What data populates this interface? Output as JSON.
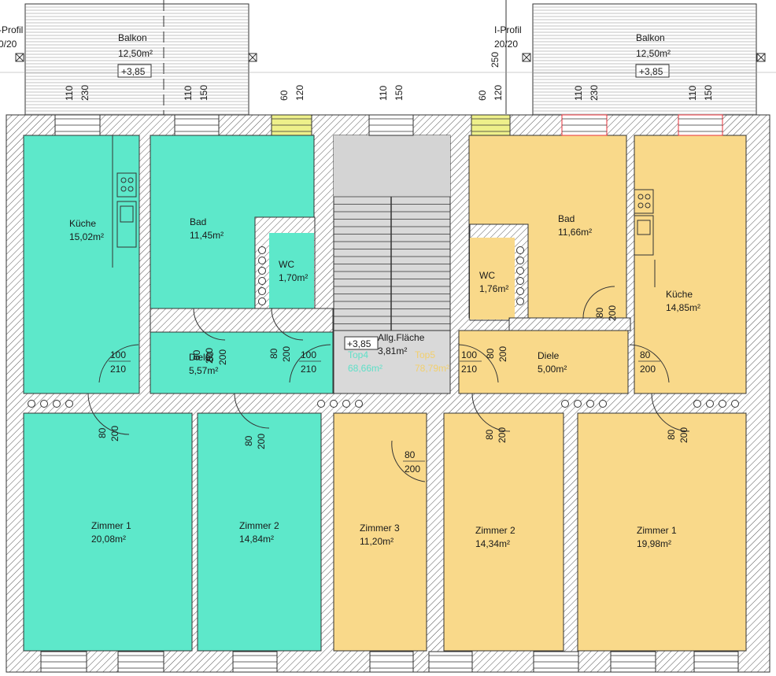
{
  "balconies": [
    {
      "id": "left",
      "label": "Balkon",
      "area": "12,50m²",
      "level": "+3,85"
    },
    {
      "id": "right",
      "label": "Balkon",
      "area": "12,50m²",
      "level": "+3,85"
    }
  ],
  "iprofile": {
    "left": {
      "line1": "-Profil",
      "line2": "0/20"
    },
    "right": {
      "line1": "I-Profil",
      "line2": "20/20"
    }
  },
  "rooms": [
    {
      "key": "kueche-left",
      "name": "Küche",
      "area": "15,02m²"
    },
    {
      "key": "bad-left",
      "name": "Bad",
      "area": "11,45m²"
    },
    {
      "key": "wc-left",
      "name": "WC",
      "area": "1,70m²"
    },
    {
      "key": "diele-left",
      "name": "Diele",
      "area": "5,57m²"
    },
    {
      "key": "zimmer1-left",
      "name": "Zimmer 1",
      "area": "20,08m²"
    },
    {
      "key": "zimmer2-left",
      "name": "Zimmer 2",
      "area": "14,84m²"
    },
    {
      "key": "allg",
      "name": "Allg.Fläche",
      "area": "3,81m²"
    },
    {
      "key": "bad-right",
      "name": "Bad",
      "area": "11,66m²"
    },
    {
      "key": "wc-right",
      "name": "WC",
      "area": "1,76m²"
    },
    {
      "key": "kueche-right",
      "name": "Küche",
      "area": "14,85m²"
    },
    {
      "key": "diele-right",
      "name": "Diele",
      "area": "5,00m²"
    },
    {
      "key": "zimmer3-right",
      "name": "Zimmer 3",
      "area": "11,20m²"
    },
    {
      "key": "zimmer2-right",
      "name": "Zimmer 2",
      "area": "14,34m²"
    },
    {
      "key": "zimmer1-right",
      "name": "Zimmer 1",
      "area": "19,98m²"
    }
  ],
  "stair_level": "+3,85",
  "units": [
    {
      "name": "Top4",
      "area": "68,66m²",
      "color": "#5fe0c8"
    },
    {
      "name": "Top5",
      "area": "78,79m²",
      "color": "#f2cf6d"
    }
  ],
  "windows": [
    {
      "w": "110",
      "h": "230"
    },
    {
      "w": "110",
      "h": "150"
    },
    {
      "w": "60",
      "h": "120"
    },
    {
      "w": "110",
      "h": "150"
    },
    {
      "w": "60",
      "h": "120"
    },
    {
      "w": "110",
      "h": "230"
    },
    {
      "w": "110",
      "h": "150"
    }
  ],
  "extra_dim": "250",
  "doors": [
    {
      "w": "100",
      "h": "210"
    },
    {
      "w": "80",
      "h": "200"
    },
    {
      "w": "80",
      "h": "200"
    },
    {
      "w": "100",
      "h": "210"
    },
    {
      "w": "100",
      "h": "210"
    },
    {
      "w": "80",
      "h": "200"
    },
    {
      "w": "80",
      "h": "200"
    },
    {
      "w": "80",
      "h": "200"
    },
    {
      "w": "80",
      "h": "200"
    },
    {
      "w": "80",
      "h": "200"
    },
    {
      "w": "80",
      "h": "200"
    },
    {
      "w": "80",
      "h": "200"
    },
    {
      "w": "80",
      "h": "200"
    },
    {
      "w": "80",
      "h": "200"
    }
  ],
  "colors": {
    "unit_left": "#5de8ca",
    "unit_right": "#f9d98a",
    "common": "#d9d9d9",
    "walls": "#ffffff",
    "window_yellow": "#eef08a",
    "window_red": "#e8303a"
  }
}
